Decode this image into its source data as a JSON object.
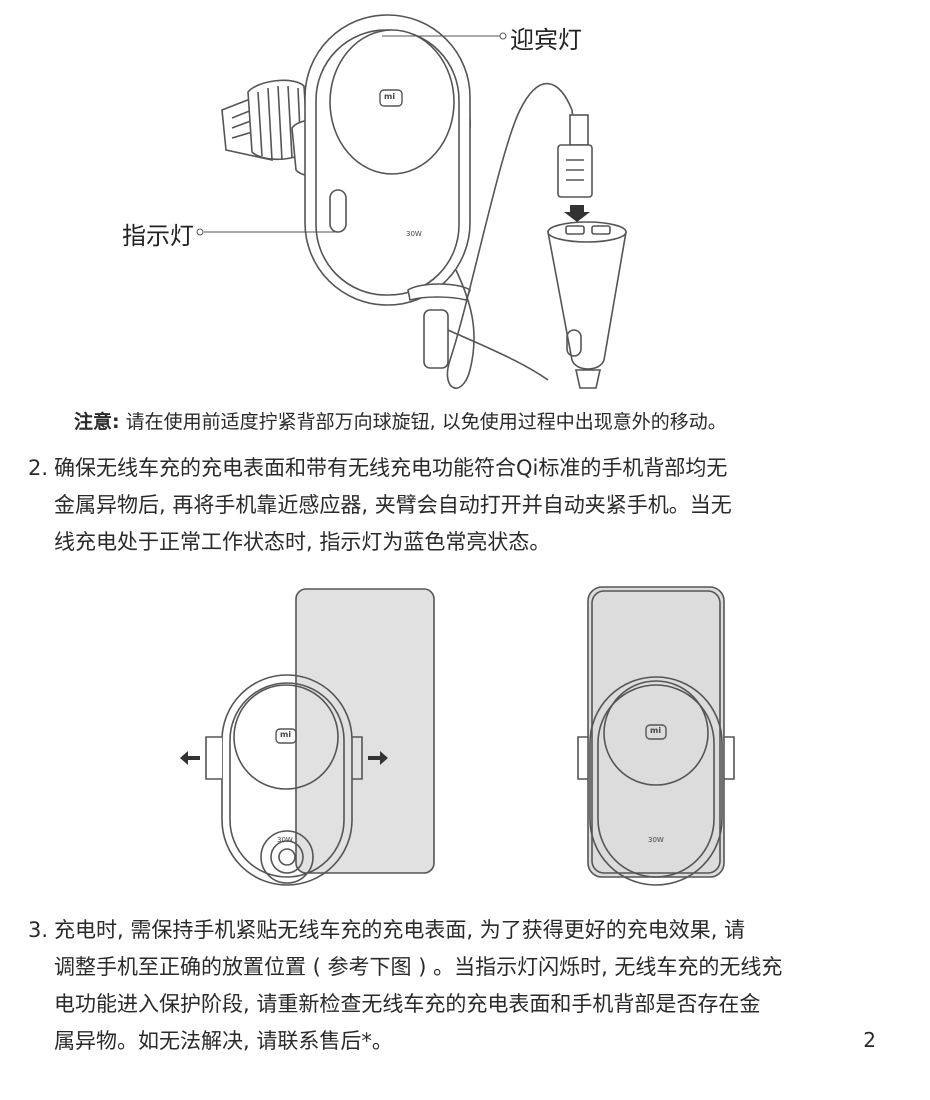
{
  "callouts": {
    "welcome_light": "迎宾灯",
    "indicator_light": "指示灯"
  },
  "device_marks": {
    "logo": "mi",
    "wattage": "30W"
  },
  "note": {
    "label": "注意:",
    "text": "请在使用前适度拧紧背部万向球旋钮, 以免使用过程中出现意外的移动。"
  },
  "steps": [
    {
      "number": "2.",
      "lines": [
        "确保无线车充的充电表面和带有无线充电功能符合Qi标准的手机背部均无",
        "金属异物后, 再将手机靠近感应器, 夹臂会自动打开并自动夹紧手机。当无",
        "线充电处于正常工作状态时, 指示灯为蓝色常亮状态。"
      ]
    },
    {
      "number": "3.",
      "lines": [
        "充电时, 需保持手机紧贴无线车充的充电表面, 为了获得更好的充电效果, 请",
        "调整手机至正确的放置位置 ( 参考下图 ) 。当指示灯闪烁时, 无线车充的无线充",
        "电功能进入保护阶段, 请重新检查无线车充的充电表面和手机背部是否存在金",
        "属异物。如无法解决, 请联系售后*。"
      ]
    }
  ],
  "page_number": "2",
  "colors": {
    "line": "#555555",
    "phone_fill": "#dcdcdc",
    "text": "#2a2a2a"
  }
}
